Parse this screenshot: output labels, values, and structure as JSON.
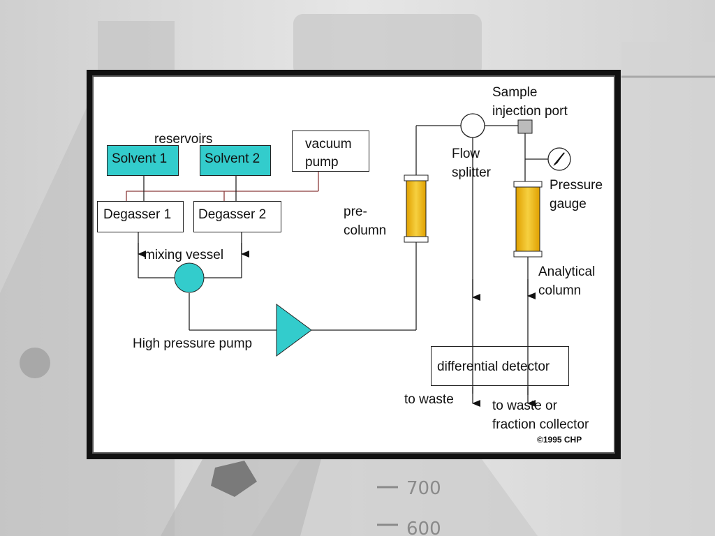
{
  "diagram": {
    "reservoirs_label": "reservoirs",
    "solvent1": "Solvent 1",
    "solvent2": "Solvent 2",
    "vacuum_line1": "vacuum",
    "vacuum_line2": "pump",
    "degasser1": "Degasser 1",
    "degasser2": "Degasser 2",
    "mixing_vessel": "mixing vessel",
    "high_pressure_pump": "High pressure pump",
    "precolumn_line1": "pre-",
    "precolumn_line2": "column",
    "sample_line1": "Sample",
    "sample_line2": "injection port",
    "flow_line1": "Flow",
    "flow_line2": "splitter",
    "pressure_line1": "Pressure",
    "pressure_line2": "gauge",
    "analytical_line1": "Analytical",
    "analytical_line2": "column",
    "detector": "differential detector",
    "to_waste": "to waste",
    "to_waste_or_line1": "to waste or",
    "to_waste_or_line2": "fraction collector",
    "copyright": "©1995 CHP"
  },
  "background": {
    "beaker_marks": [
      "700",
      "600"
    ]
  },
  "colors": {
    "solvent": "#33cccc",
    "column_fill": "#f0c020",
    "line": "#222222",
    "vacuum_line": "#8b3a3a"
  }
}
